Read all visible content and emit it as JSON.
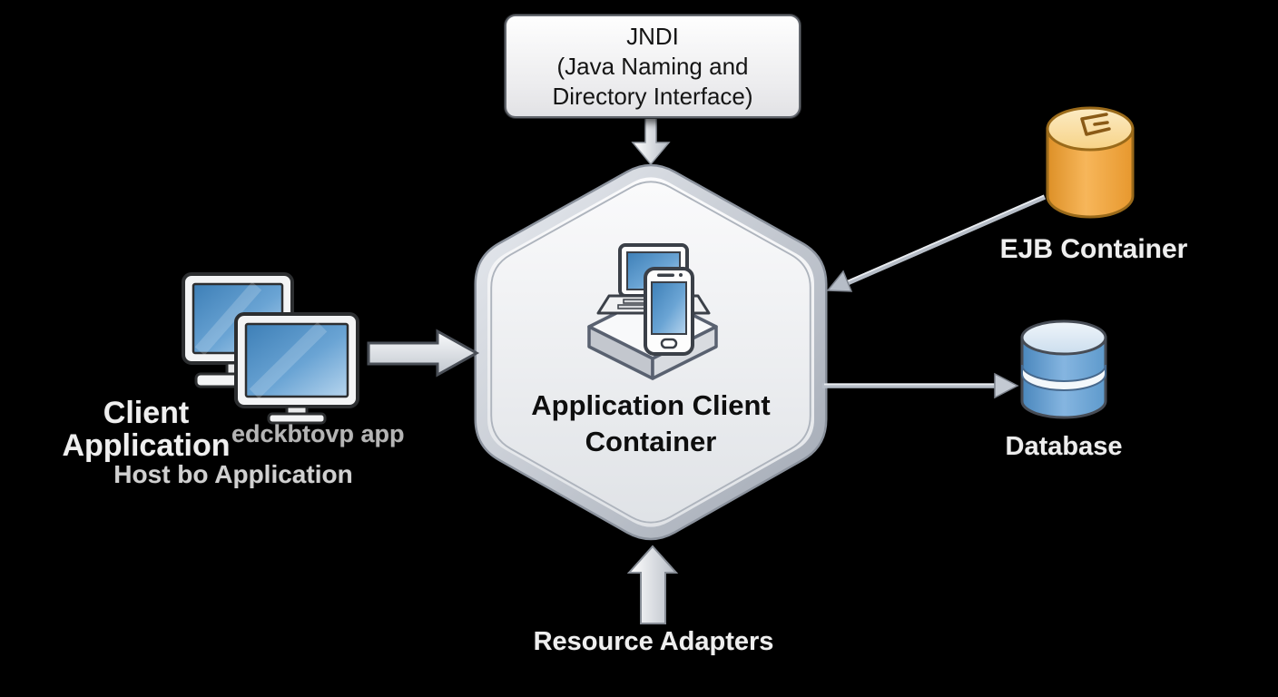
{
  "canvas": {
    "background": "#000000"
  },
  "jndi": {
    "lines": [
      "JNDI",
      "(Java Naming and",
      "Directory Interface)"
    ]
  },
  "acc": {
    "lines": [
      "Application Client",
      "Container"
    ],
    "icon": "laptop-and-smartphone-on-platform"
  },
  "client": {
    "lines": [
      "Client",
      "Application"
    ],
    "ghost_label": "edckbtovp app",
    "host_label": "Host bo Application",
    "icon": "two-desktop-monitors"
  },
  "ejb": {
    "label": "EJB Container",
    "icon": "orange-cylinder-with-bean-glyph"
  },
  "database": {
    "label": "Database",
    "icon": "blue-database-cylinder"
  },
  "resource_adapters": {
    "label": "Resource Adapters",
    "icon": "up-block-arrow"
  },
  "arrows": [
    "jndi-to-acc-down",
    "client-to-acc-right-block",
    "ejb-to-acc-diagonal",
    "acc-to-database-right",
    "resource-adapters-up-block"
  ],
  "colors": {
    "background": "#000000",
    "box_fill_top": "#fefefe",
    "box_fill_bottom": "#e2e2e5",
    "box_border": "#63676e",
    "hex_edge_light": "#e8ebf0",
    "hex_edge_dark": "#a2a9b4",
    "hex_inner_top": "#fbfbfc",
    "hex_inner_bottom": "#dfe2e6",
    "arrow_fill_light": "#ffffff",
    "arrow_fill_dark": "#b7bdc6",
    "arrow_line": "#b6bdc7",
    "screen_blue_dark": "#3d7fb7",
    "screen_blue_light": "#b7d5ee",
    "ejb_orange": "#f0a73f",
    "ejb_top": "#fce7b8",
    "ejb_outline": "#9a6a1a",
    "db_blue": "#5b9ace",
    "db_top": "#eef4fa",
    "db_outline": "#474c55",
    "label_white": "#efefef",
    "label_gray": "#b5b5b5",
    "text_dark": "#151515"
  }
}
